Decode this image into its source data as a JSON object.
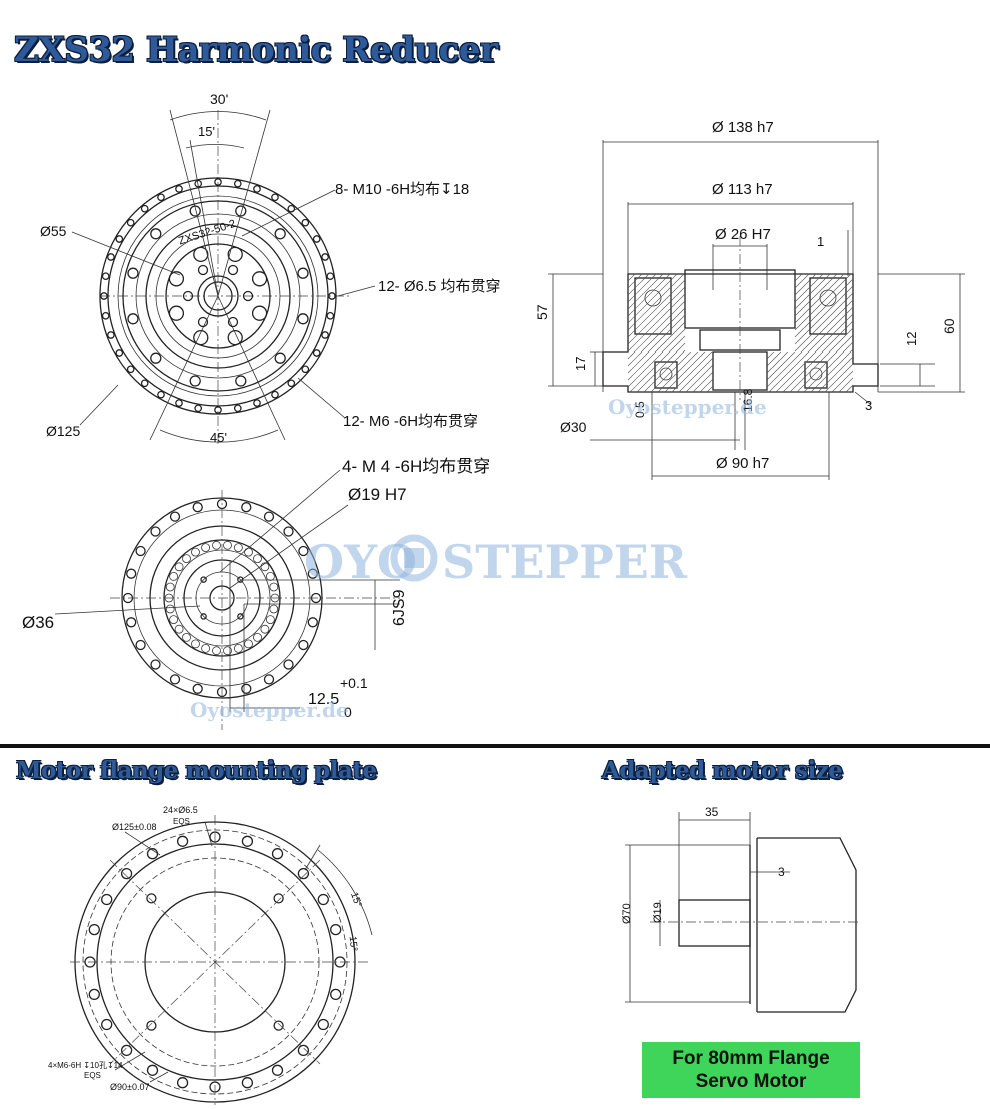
{
  "titles": {
    "main": "ZXS32 Harmonic Reducer",
    "flange": "Motor flange mounting plate",
    "motor": "Adapted motor size"
  },
  "front_view": {
    "angle_30": "30'",
    "angle_15": "15'",
    "angle_45": "45'",
    "label_m10": "8- M10 -6H均布↧18",
    "label_hole65": "12- Ø6.5 均布贯穿",
    "label_m6": "12- M6 -6H均布贯穿",
    "label_d55": "Ø55",
    "label_d125": "Ø125",
    "engraving": "ZXS32-50-2"
  },
  "side_view": {
    "d138": "Ø 138 h7",
    "d113": "Ø 113 h7",
    "d26": "Ø 26 H7",
    "d90": "Ø 90 h7",
    "d30": "Ø30",
    "dim_1": "1",
    "dim_57": "57",
    "dim_60": "60",
    "dim_17": "17",
    "dim_12": "12",
    "dim_3": "3",
    "dim_05": "0.5",
    "dim_168": "16.8"
  },
  "rear_view": {
    "label_m4": "4- M 4 -6H均布贯穿",
    "label_d19": "Ø19 H7",
    "label_d36": "Ø36",
    "label_js9": "6JS9",
    "label_125": "12.5",
    "label_plus01": "+0.1",
    "label_zero": "0"
  },
  "watermarks": {
    "small": "Oyostepper.de",
    "big_left": "OYO",
    "big_right": "STEPPER"
  },
  "flange_plate": {
    "top_holes": "24×Ø6.5",
    "top_eqs": "EQS",
    "d125": "Ø125±0.08",
    "angle_15a": "15°",
    "angle_15b": "15°",
    "bottom_holes": "4×M6-6H ↧10孔↧14",
    "bottom_eqs": "EQS",
    "d90": "Ø90±0.07"
  },
  "motor_size": {
    "dim_35": "35",
    "dim_3": "3",
    "dim_d70": "Ø70",
    "dim_d19": "Ø19",
    "badge_line1": "For 80mm Flange",
    "badge_line2": "Servo Motor"
  },
  "colors": {
    "title_fill": "#2f5a9a",
    "title_outline": "#0c1f3d",
    "badge": "#3fd45a",
    "watermark": "#8fb4de"
  }
}
